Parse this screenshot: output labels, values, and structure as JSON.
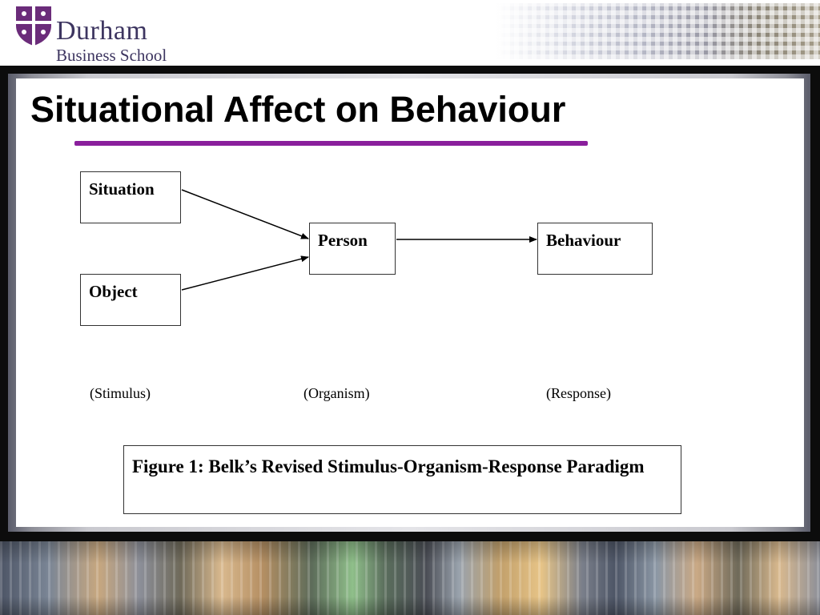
{
  "header": {
    "logo_line1": "Durham",
    "logo_line2": "Business School"
  },
  "slide": {
    "title": "Situational Affect on Behaviour"
  },
  "diagram": {
    "nodes": {
      "situation": "Situation",
      "object": "Object",
      "person": "Person",
      "behaviour": "Behaviour"
    },
    "stages": {
      "stimulus": "(Stimulus)",
      "organism": "(Organism)",
      "response": "(Response)"
    },
    "figure_caption": "Figure 1: Belk’s Revised Stimulus-Organism-Response Paradigm"
  },
  "colors": {
    "accent_rule": "#8a1f9c",
    "logo_text": "#3d3560"
  }
}
